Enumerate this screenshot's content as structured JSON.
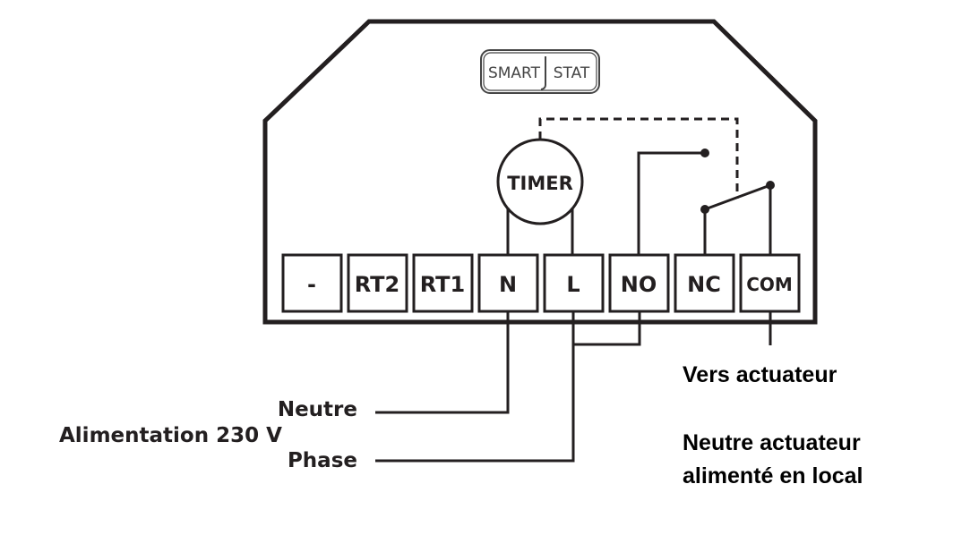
{
  "logo": {
    "left": "SMART",
    "right": "STAT"
  },
  "timer_label": "TIMER",
  "terminals": [
    "-",
    "RT2",
    "RT1",
    "N",
    "L",
    "NO",
    "NC",
    "COM"
  ],
  "wiring_labels": {
    "neutral": "Neutre",
    "supply": "Alimentation 230 V",
    "phase": "Phase"
  },
  "notes": {
    "to_actuator": "Vers actuateur",
    "actuator_neutral_line1": "Neutre actuateur",
    "actuator_neutral_line2": "alimenté en local"
  },
  "colors": {
    "line": "#231f20",
    "text": "#000000",
    "logo": "#444444"
  }
}
